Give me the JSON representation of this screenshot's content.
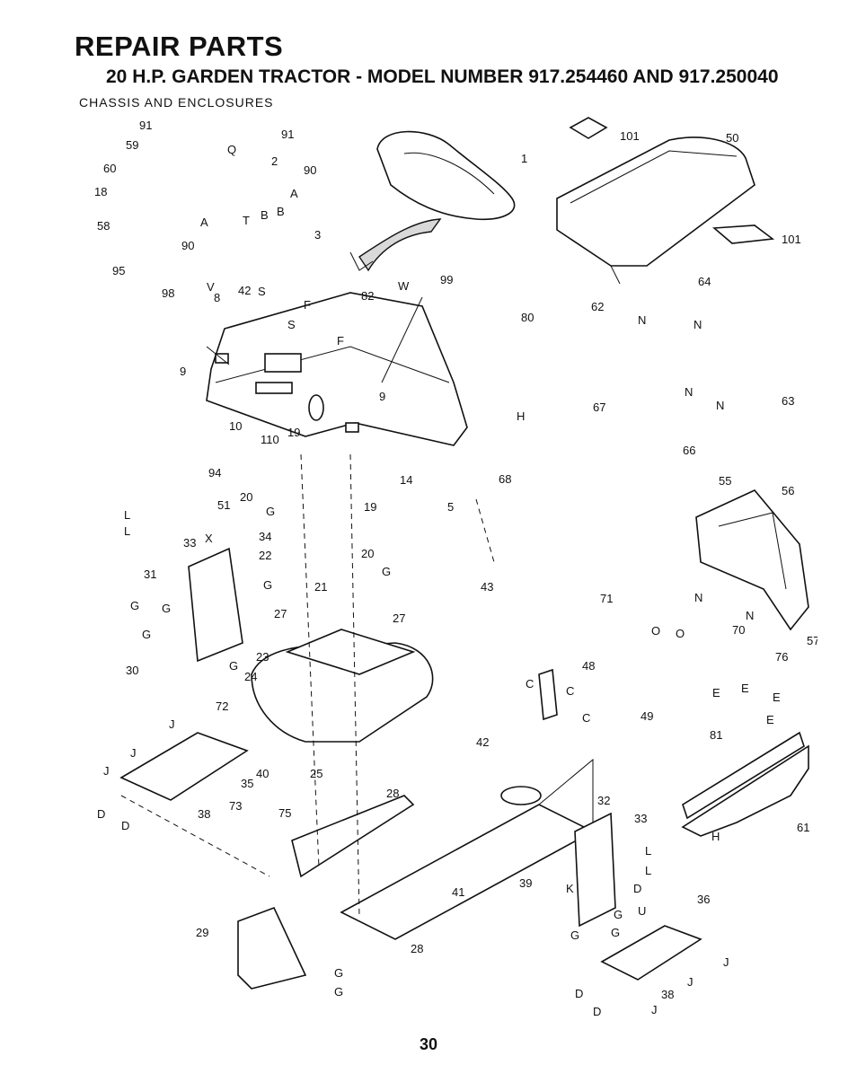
{
  "header": {
    "title": "REPAIR PARTS",
    "subtitle": "20 H.P. GARDEN TRACTOR - MODEL NUMBER 917.254460 AND 917.250040",
    "section": "CHASSIS AND ENCLOSURES"
  },
  "page_number": "30",
  "callouts": [
    {
      "id": "c01",
      "text": "91"
    },
    {
      "id": "c02",
      "text": "91"
    },
    {
      "id": "c03",
      "text": "Q"
    },
    {
      "id": "c04",
      "text": "59"
    },
    {
      "id": "c05",
      "text": "60"
    },
    {
      "id": "c06",
      "text": "18"
    },
    {
      "id": "c07",
      "text": "58"
    },
    {
      "id": "c08",
      "text": "95"
    },
    {
      "id": "c09",
      "text": "90"
    },
    {
      "id": "c10",
      "text": "2"
    },
    {
      "id": "c11",
      "text": "90"
    },
    {
      "id": "c12",
      "text": "A"
    },
    {
      "id": "c13",
      "text": "A"
    },
    {
      "id": "c14",
      "text": "T"
    },
    {
      "id": "c15",
      "text": "B"
    },
    {
      "id": "c16",
      "text": "B"
    },
    {
      "id": "c17",
      "text": "3"
    },
    {
      "id": "c18",
      "text": "98"
    },
    {
      "id": "c19",
      "text": "V"
    },
    {
      "id": "c20",
      "text": "42"
    },
    {
      "id": "c21",
      "text": "S"
    },
    {
      "id": "c22",
      "text": "8"
    },
    {
      "id": "c23",
      "text": "1"
    },
    {
      "id": "c24",
      "text": "101"
    },
    {
      "id": "c25",
      "text": "50"
    },
    {
      "id": "c26",
      "text": "101"
    },
    {
      "id": "c27",
      "text": "99"
    },
    {
      "id": "c28",
      "text": "W"
    },
    {
      "id": "c29",
      "text": "82"
    },
    {
      "id": "c30",
      "text": "F"
    },
    {
      "id": "c31",
      "text": "S"
    },
    {
      "id": "c32",
      "text": "F"
    },
    {
      "id": "c33",
      "text": "9"
    },
    {
      "id": "c34",
      "text": "9"
    },
    {
      "id": "c35",
      "text": "10"
    },
    {
      "id": "c36",
      "text": "110"
    },
    {
      "id": "c37",
      "text": "19"
    },
    {
      "id": "c38",
      "text": "64"
    },
    {
      "id": "c39",
      "text": "80"
    },
    {
      "id": "c40",
      "text": "62"
    },
    {
      "id": "c41",
      "text": "N"
    },
    {
      "id": "c42",
      "text": "N"
    },
    {
      "id": "c43",
      "text": "N"
    },
    {
      "id": "c44",
      "text": "N"
    },
    {
      "id": "c45",
      "text": "63"
    },
    {
      "id": "c46",
      "text": "H"
    },
    {
      "id": "c47",
      "text": "67"
    },
    {
      "id": "c48",
      "text": "66"
    },
    {
      "id": "c49",
      "text": "68"
    },
    {
      "id": "c50",
      "text": "94"
    },
    {
      "id": "c51",
      "text": "14"
    },
    {
      "id": "c52",
      "text": "20"
    },
    {
      "id": "c53",
      "text": "51"
    },
    {
      "id": "c54",
      "text": "19"
    },
    {
      "id": "c55",
      "text": "5"
    },
    {
      "id": "c56",
      "text": "L"
    },
    {
      "id": "c57",
      "text": "L"
    },
    {
      "id": "c58",
      "text": "33"
    },
    {
      "id": "c59",
      "text": "X"
    },
    {
      "id": "c60",
      "text": "34"
    },
    {
      "id": "c61",
      "text": "G"
    },
    {
      "id": "c62",
      "text": "22"
    },
    {
      "id": "c63",
      "text": "20"
    },
    {
      "id": "c64",
      "text": "55"
    },
    {
      "id": "c65",
      "text": "56"
    },
    {
      "id": "c66",
      "text": "31"
    },
    {
      "id": "c67",
      "text": "G"
    },
    {
      "id": "c68",
      "text": "21"
    },
    {
      "id": "c69",
      "text": "G"
    },
    {
      "id": "c70",
      "text": "43"
    },
    {
      "id": "c71",
      "text": "G"
    },
    {
      "id": "c72",
      "text": "G"
    },
    {
      "id": "c73",
      "text": "27"
    },
    {
      "id": "c74",
      "text": "27"
    },
    {
      "id": "c75",
      "text": "71"
    },
    {
      "id": "c76",
      "text": "N"
    },
    {
      "id": "c77",
      "text": "N"
    },
    {
      "id": "c78",
      "text": "G"
    },
    {
      "id": "c79",
      "text": "O"
    },
    {
      "id": "c80",
      "text": "O"
    },
    {
      "id": "c81",
      "text": "70"
    },
    {
      "id": "c82",
      "text": "57"
    },
    {
      "id": "c83",
      "text": "30"
    },
    {
      "id": "c84",
      "text": "G"
    },
    {
      "id": "c85",
      "text": "23"
    },
    {
      "id": "c86",
      "text": "76"
    },
    {
      "id": "c87",
      "text": "24"
    },
    {
      "id": "c88",
      "text": "48"
    },
    {
      "id": "c89",
      "text": "C"
    },
    {
      "id": "c90",
      "text": "C"
    },
    {
      "id": "c91",
      "text": "E"
    },
    {
      "id": "c92",
      "text": "E"
    },
    {
      "id": "c93",
      "text": "E"
    },
    {
      "id": "c94",
      "text": "E"
    },
    {
      "id": "c95",
      "text": "72"
    },
    {
      "id": "c96",
      "text": "49"
    },
    {
      "id": "c97",
      "text": "C"
    },
    {
      "id": "c98",
      "text": "J"
    },
    {
      "id": "c99",
      "text": "81"
    },
    {
      "id": "c100",
      "text": "J"
    },
    {
      "id": "c101",
      "text": "42"
    },
    {
      "id": "c102",
      "text": "40"
    },
    {
      "id": "c103",
      "text": "J"
    },
    {
      "id": "c104",
      "text": "35"
    },
    {
      "id": "c105",
      "text": "25"
    },
    {
      "id": "c106",
      "text": "28"
    },
    {
      "id": "c107",
      "text": "73"
    },
    {
      "id": "c108",
      "text": "38"
    },
    {
      "id": "c109",
      "text": "D"
    },
    {
      "id": "c110",
      "text": "D"
    },
    {
      "id": "c111",
      "text": "75"
    },
    {
      "id": "c112",
      "text": "H"
    },
    {
      "id": "c113",
      "text": "61"
    },
    {
      "id": "c114",
      "text": "32"
    },
    {
      "id": "c115",
      "text": "33"
    },
    {
      "id": "c116",
      "text": "L"
    },
    {
      "id": "c117",
      "text": "L"
    },
    {
      "id": "c118",
      "text": "39"
    },
    {
      "id": "c119",
      "text": "K"
    },
    {
      "id": "c120",
      "text": "D"
    },
    {
      "id": "c121",
      "text": "41"
    },
    {
      "id": "c122",
      "text": "G"
    },
    {
      "id": "c123",
      "text": "U"
    },
    {
      "id": "c124",
      "text": "G"
    },
    {
      "id": "c125",
      "text": "G"
    },
    {
      "id": "c126",
      "text": "29"
    },
    {
      "id": "c127",
      "text": "36"
    },
    {
      "id": "c128",
      "text": "28"
    },
    {
      "id": "c129",
      "text": "J"
    },
    {
      "id": "c130",
      "text": "G"
    },
    {
      "id": "c131",
      "text": "G"
    },
    {
      "id": "c132",
      "text": "J"
    },
    {
      "id": "c133",
      "text": "D"
    },
    {
      "id": "c134",
      "text": "38"
    },
    {
      "id": "c135",
      "text": "D"
    },
    {
      "id": "c136",
      "text": "J"
    }
  ]
}
